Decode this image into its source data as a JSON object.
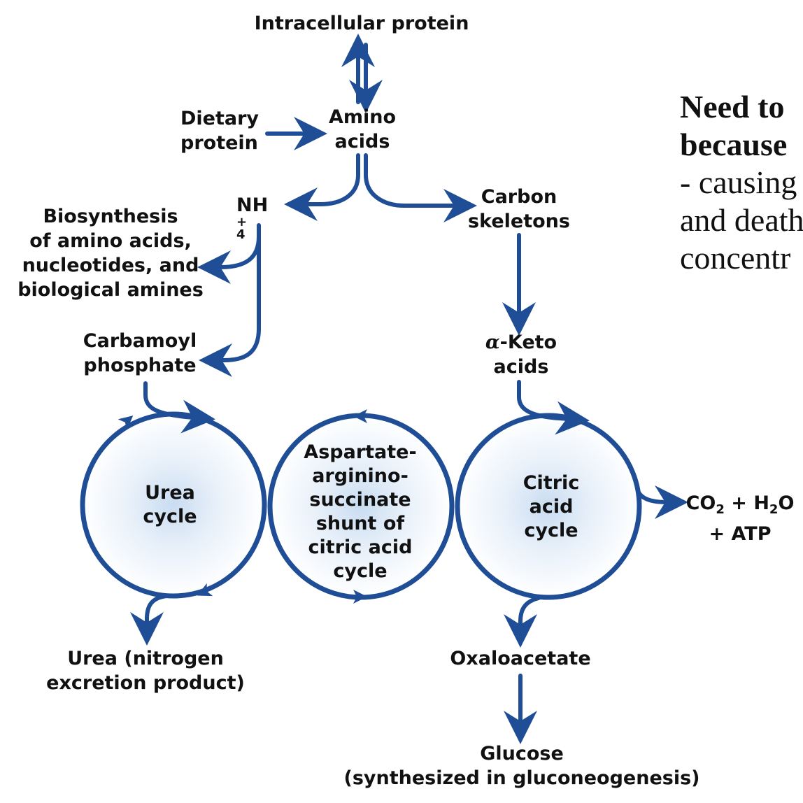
{
  "labels": {
    "intracellular_protein": "Intracellular protein",
    "dietary_protein": [
      "Dietary",
      "protein"
    ],
    "amino_acids": [
      "Amino",
      "acids"
    ],
    "nh4": "NH",
    "nh4_sup": "+",
    "nh4_sub": "4",
    "carbon_skeletons": [
      "Carbon",
      "skeletons"
    ],
    "biosynthesis": [
      "Biosynthesis",
      "of amino acids,",
      "nucleotides, and",
      "biological amines"
    ],
    "carbamoyl_phosphate": [
      "Carbamoyl",
      "phosphate"
    ],
    "alpha_symbol": "α",
    "keto_acids": [
      "-Keto",
      "acids"
    ],
    "urea_cycle": [
      "Urea",
      "cycle"
    ],
    "aspartate_shunt": [
      "Aspartate-",
      "arginino-",
      "succinate",
      "shunt of",
      "citric acid",
      "cycle"
    ],
    "citric_acid_cycle": [
      "Citric",
      "acid",
      "cycle"
    ],
    "co2_line1_a": "CO",
    "co2_sub": "2",
    "co2_line1_b": " + H",
    "h2o_sub": "2",
    "co2_line1_c": "O",
    "co2_line2": "+ ATP",
    "urea_product": [
      "Urea (nitrogen",
      "excretion product)"
    ],
    "oxaloacetate": "Oxaloacetate",
    "glucose": [
      "Glucose",
      "(synthesized in gluconeogenesis)"
    ]
  },
  "note": {
    "line1": "Need to",
    "line2": "because",
    "line3": "- causing",
    "line4": "and death",
    "line5": "concentr"
  },
  "colors": {
    "arrow": "#1f4e96",
    "text": "#111111",
    "cycle_glow": "#cfe1f3"
  }
}
